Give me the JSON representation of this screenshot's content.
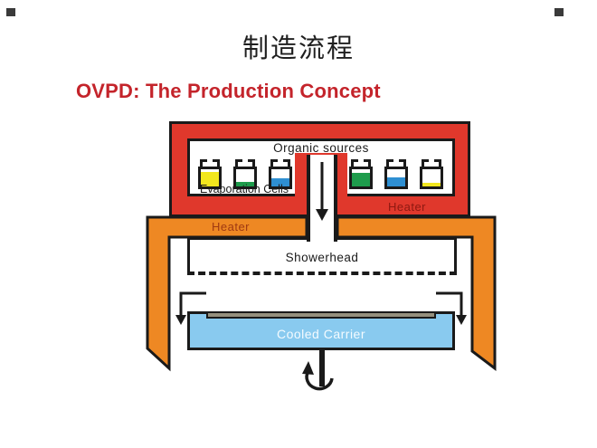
{
  "slide": {
    "title": "制造流程",
    "subtitle": "OVPD: The Production Concept"
  },
  "diagram": {
    "labels": {
      "organic_sources": "Organic sources",
      "evaporation_cells": "Evaporation Cells",
      "heater_upper": "Heater",
      "heater_lower": "Heater",
      "showerhead": "Showerhead",
      "cooled_carrier": "Cooled Carrier"
    },
    "colors": {
      "chamber_red": "#E0382C",
      "heater_orange": "#EE8823",
      "heater_text_on_red": "#8E1911",
      "heater_text_on_orange": "#A03A12",
      "carrier_blue": "#89CAEF",
      "carrier_text": "#F4FBFF",
      "substrate_gray": "#95907E",
      "outline_black": "#1a1a1a",
      "subtitle_red": "#C4242B",
      "title_black": "#1F1F1F"
    },
    "cells_left": [
      {
        "name": "cell-yellow",
        "color": "#F2E71E",
        "fill": "82%"
      },
      {
        "name": "cell-green",
        "color": "#1E9C4C",
        "fill": "26%"
      },
      {
        "name": "cell-blue",
        "color": "#2E8FD2",
        "fill": "48%"
      }
    ],
    "cells_right": [
      {
        "name": "cell-green",
        "color": "#1E9C4C",
        "fill": "80%"
      },
      {
        "name": "cell-blue",
        "color": "#2E8FD2",
        "fill": "55%"
      },
      {
        "name": "cell-yellow",
        "color": "#F2E71E",
        "fill": "22%"
      }
    ]
  }
}
